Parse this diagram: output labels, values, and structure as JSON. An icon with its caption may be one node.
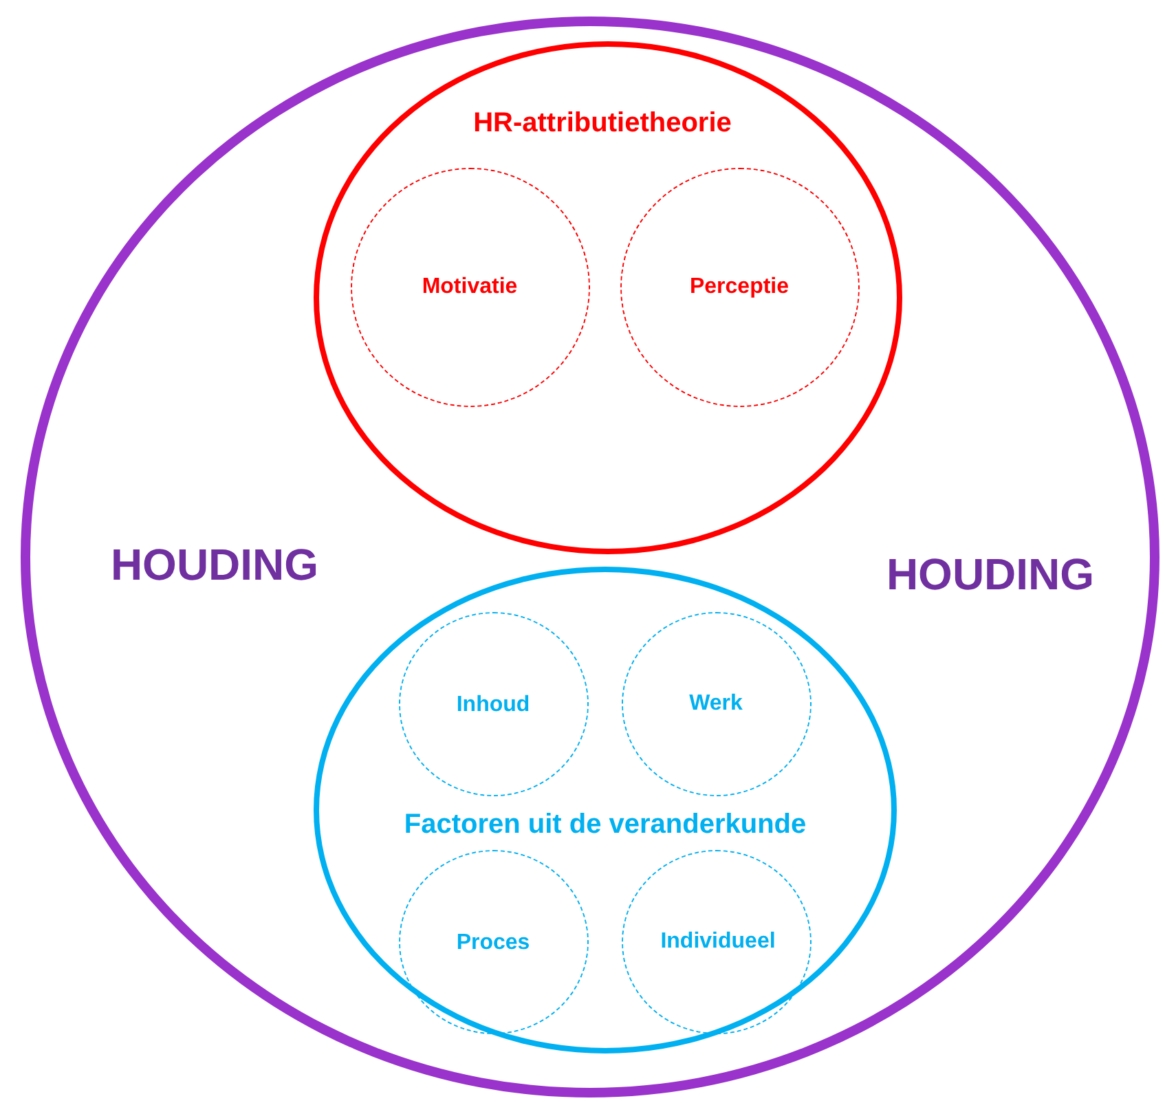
{
  "diagram": {
    "nodes": [
      {
        "text": [
          "HOUDING",
          "HOUDING"
        ]
      },
      {
        "text": [
          "HR-attributietheorie"
        ],
        "in": 0
      },
      {
        "text": [
          "Motivatie"
        ],
        "in": 1
      },
      {
        "text": [
          "Perceptie"
        ],
        "in": 1
      },
      {
        "text": [
          "Factoren uit de veranderkunde"
        ],
        "in": 0
      },
      {
        "text": [
          "Inhoud"
        ],
        "in": 4
      },
      {
        "text": [
          "Werk"
        ],
        "in": 4
      },
      {
        "text": [
          "Proces"
        ],
        "in": 4
      },
      {
        "text": [
          "Individueel"
        ],
        "in": 4
      }
    ]
  }
}
